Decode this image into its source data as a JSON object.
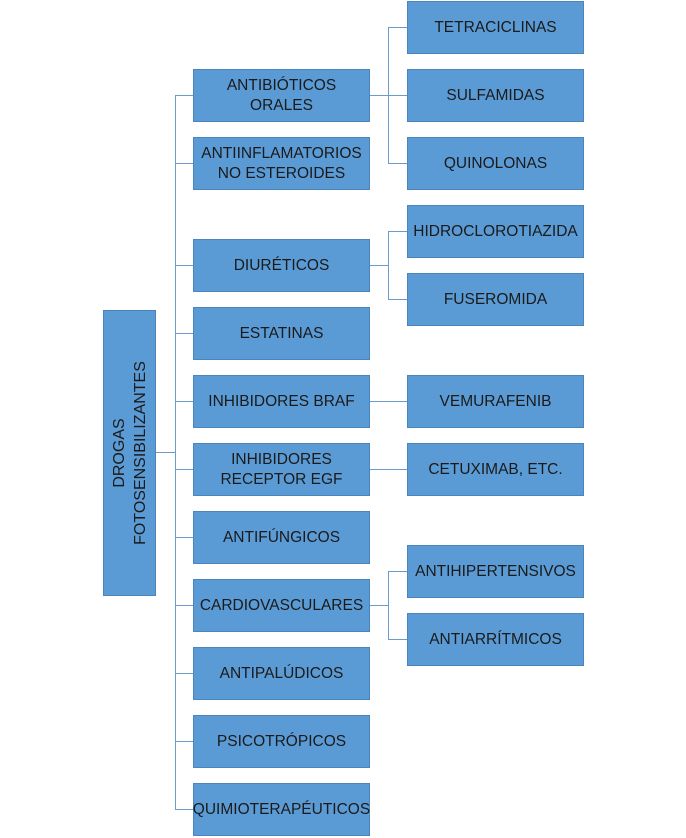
{
  "root": {
    "line1": "DROGAS",
    "line2": "FOTOSENSIBILIZANTES"
  },
  "categories": [
    {
      "label": "ANTIBIÓTICOS ORALES",
      "children": [
        "TETRACICLINAS",
        "SULFAMIDAS",
        "QUINOLONAS"
      ]
    },
    {
      "label": "ANTIINFLAMATORIOS NO ESTEROIDES",
      "children": []
    },
    {
      "label": "DIURÉTICOS",
      "children": [
        "HIDROCLOROTIAZIDA",
        "FUSEROMIDA"
      ]
    },
    {
      "label": "ESTATINAS",
      "children": []
    },
    {
      "label": "INHIBIDORES BRAF",
      "children": [
        "VEMURAFENIB"
      ]
    },
    {
      "label": "INHIBIDORES RECEPTOR EGF",
      "children": [
        "CETUXIMAB, ETC."
      ]
    },
    {
      "label": "ANTIFÚNGICOS",
      "children": []
    },
    {
      "label": "CARDIOVASCULARES",
      "children": [
        "ANTIHIPERTENSIVOS",
        "ANTIARRÍTMICOS"
      ]
    },
    {
      "label": "ANTIPALÚDICOS",
      "children": []
    },
    {
      "label": "PSICOTRÓPICOS",
      "children": []
    },
    {
      "label": "QUIMIOTERAPÉUTICOS",
      "children": []
    }
  ],
  "colors": {
    "box": "#5b9bd5",
    "connector": "#6b9ccc",
    "text": "#1a1a1a"
  }
}
